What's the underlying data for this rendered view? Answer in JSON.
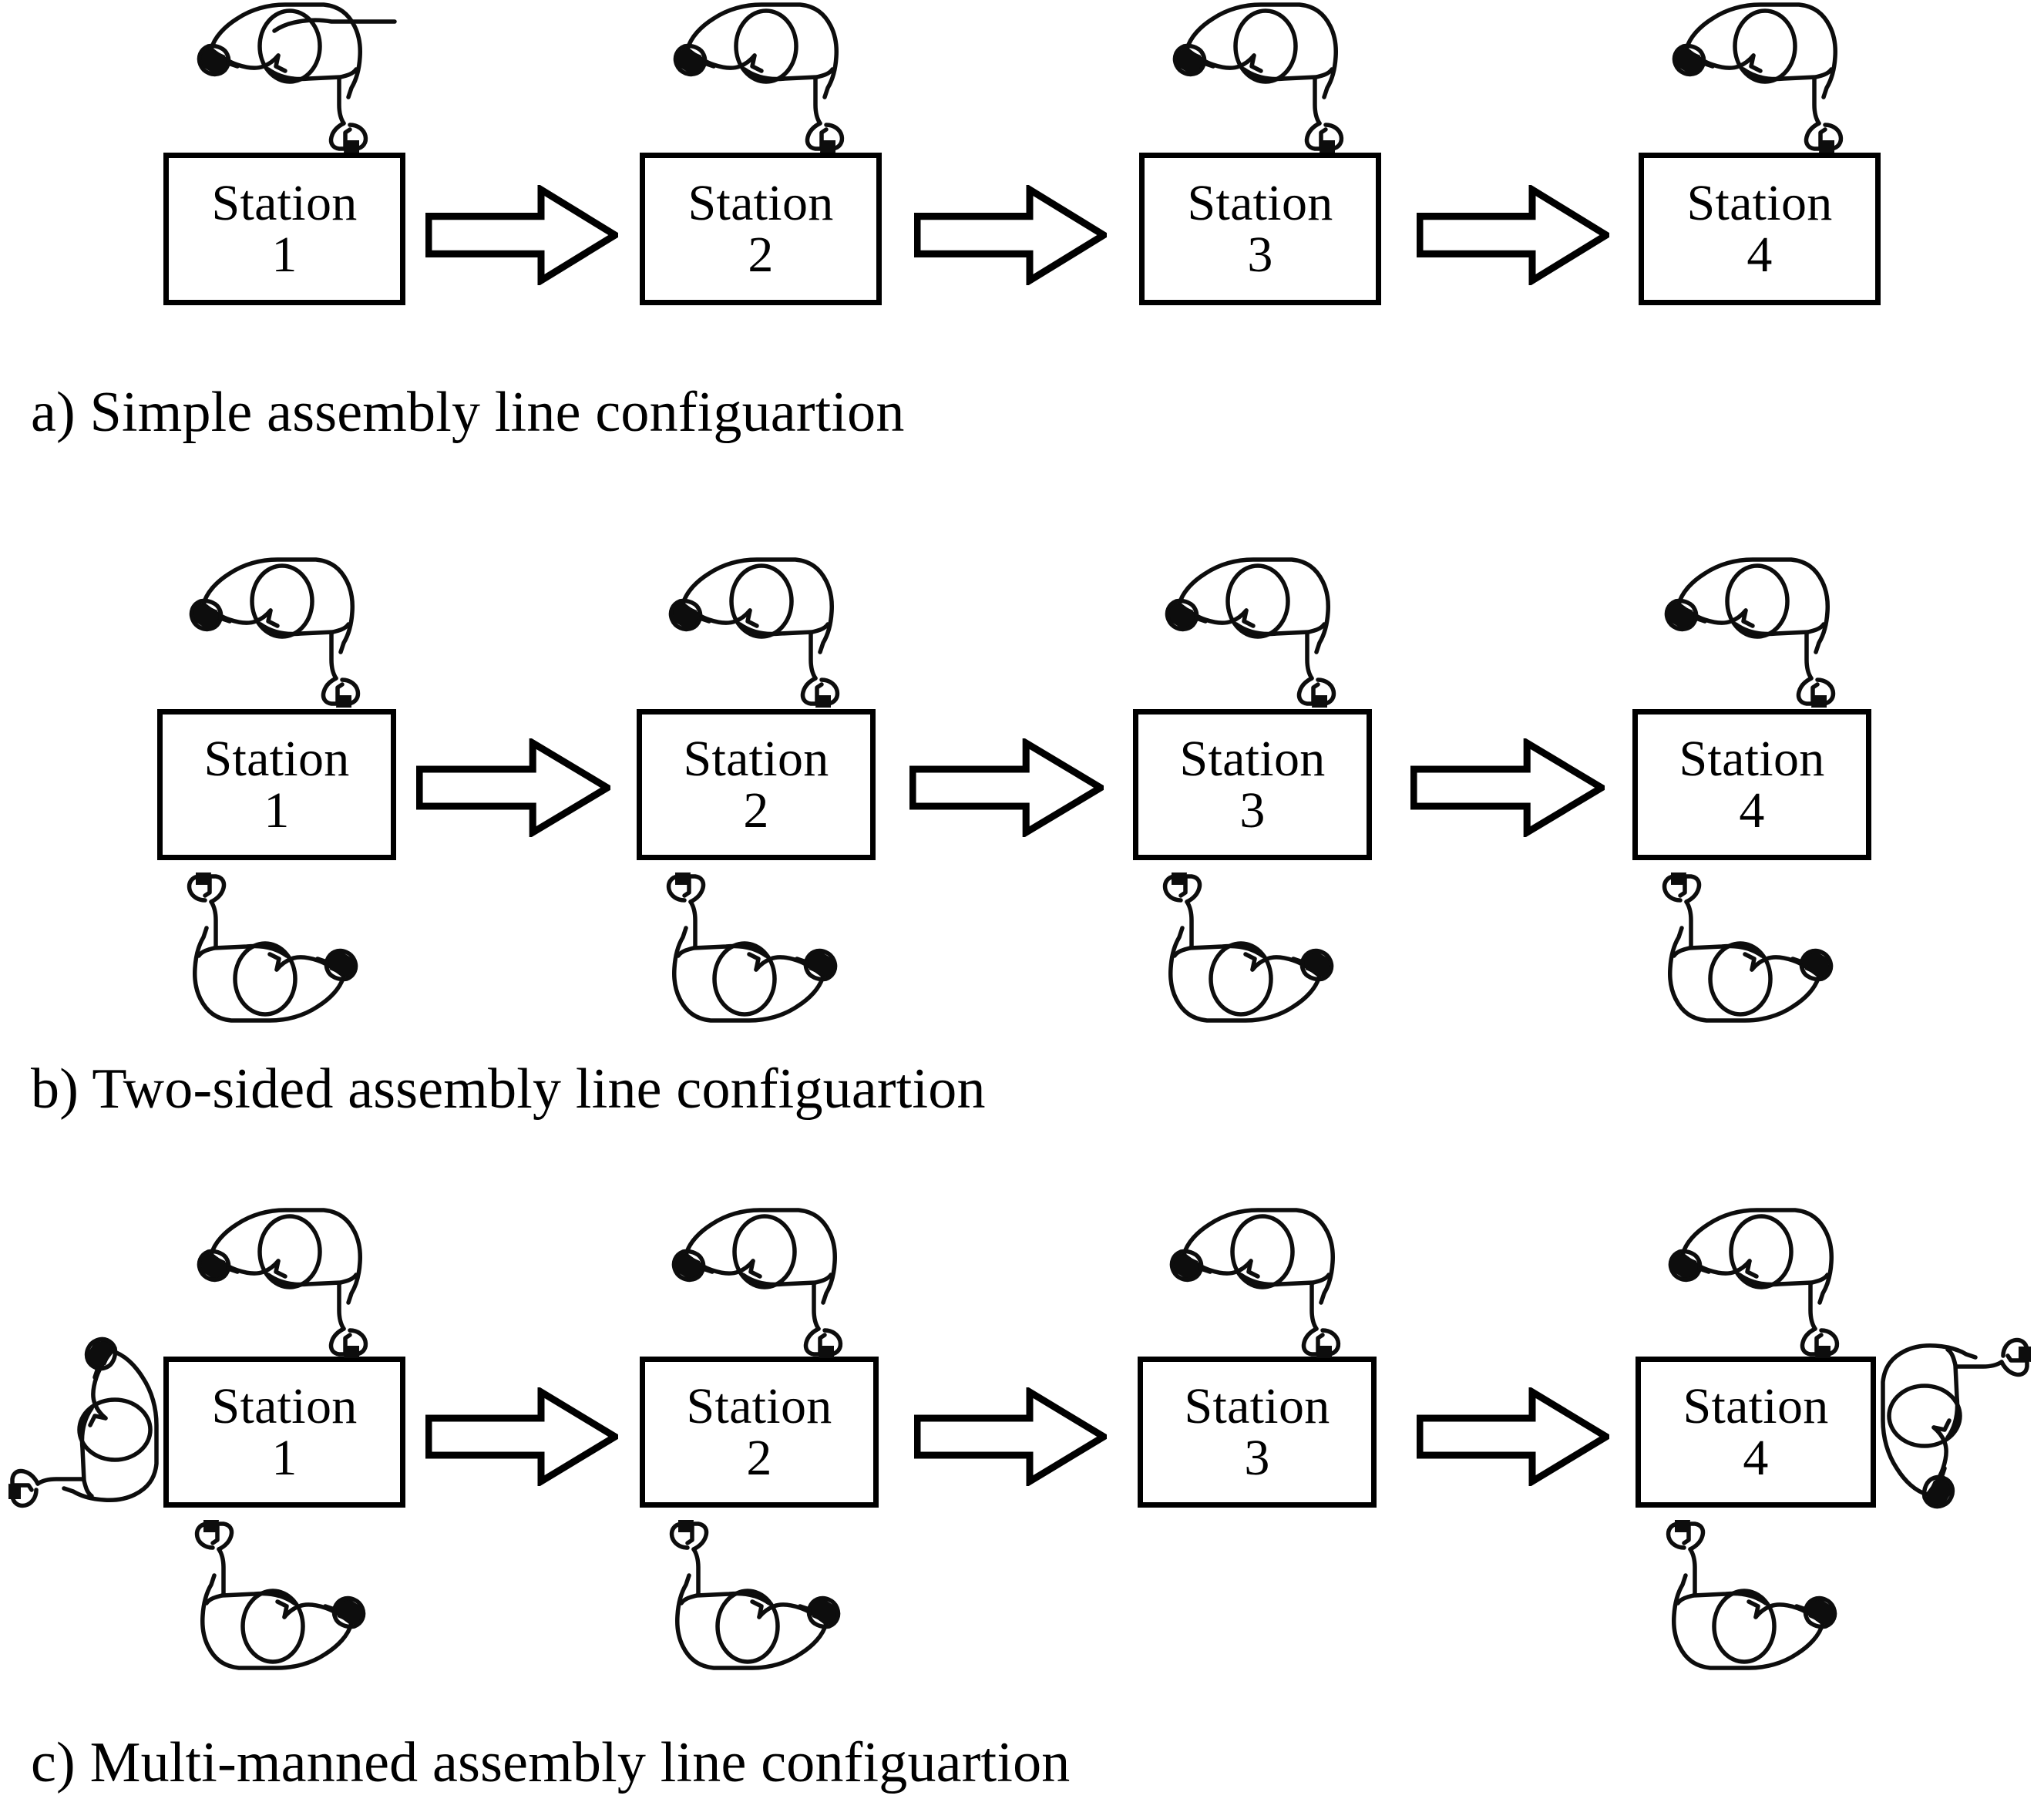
{
  "figure": {
    "background_color": "#ffffff",
    "ink_color": "#000000",
    "worker_icon_name": "worker-figure-icon",
    "arrow_icon_name": "flow-arrow-icon"
  },
  "panels": [
    {
      "id": "a",
      "caption": "a) Simple assembly line configuartion",
      "stations": [
        {
          "name": "Station",
          "number": "1",
          "workers_top": 1,
          "workers_bottom": 0,
          "worker_left": false,
          "worker_right": false
        },
        {
          "name": "Station",
          "number": "2",
          "workers_top": 1,
          "workers_bottom": 0,
          "worker_left": false,
          "worker_right": false
        },
        {
          "name": "Station",
          "number": "3",
          "workers_top": 1,
          "workers_bottom": 0,
          "worker_left": false,
          "worker_right": false
        },
        {
          "name": "Station",
          "number": "4",
          "workers_top": 1,
          "workers_bottom": 0,
          "worker_left": false,
          "worker_right": false
        }
      ],
      "arrows": 3
    },
    {
      "id": "b",
      "caption": "b) Two-sided assembly line configuartion",
      "stations": [
        {
          "name": "Station",
          "number": "1",
          "workers_top": 1,
          "workers_bottom": 1,
          "worker_left": false,
          "worker_right": false
        },
        {
          "name": "Station",
          "number": "2",
          "workers_top": 1,
          "workers_bottom": 1,
          "worker_left": false,
          "worker_right": false
        },
        {
          "name": "Station",
          "number": "3",
          "workers_top": 1,
          "workers_bottom": 1,
          "worker_left": false,
          "worker_right": false
        },
        {
          "name": "Station",
          "number": "4",
          "workers_top": 1,
          "workers_bottom": 1,
          "worker_left": false,
          "worker_right": false
        }
      ],
      "arrows": 3
    },
    {
      "id": "c",
      "caption": "c) Multi-manned assembly line configuartion",
      "stations": [
        {
          "name": "Station",
          "number": "1",
          "workers_top": 1,
          "workers_bottom": 1,
          "worker_left": true,
          "worker_right": false
        },
        {
          "name": "Station",
          "number": "2",
          "workers_top": 1,
          "workers_bottom": 1,
          "worker_left": false,
          "worker_right": false
        },
        {
          "name": "Station",
          "number": "3",
          "workers_top": 1,
          "workers_bottom": 0,
          "worker_left": false,
          "worker_right": false
        },
        {
          "name": "Station",
          "number": "4",
          "workers_top": 1,
          "workers_bottom": 1,
          "worker_left": false,
          "worker_right": true
        }
      ],
      "arrows": 3
    }
  ]
}
